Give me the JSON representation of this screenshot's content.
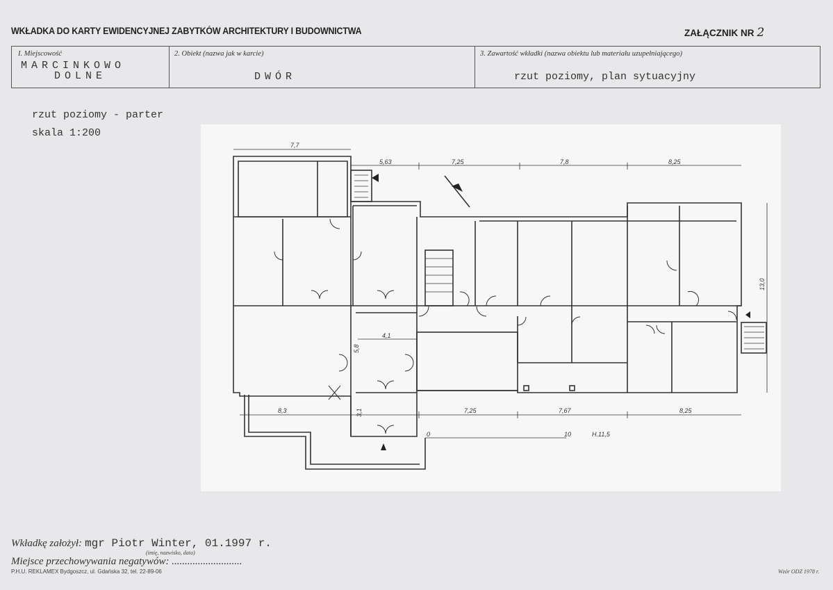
{
  "header": {
    "title": "WKŁADKA DO KARTY EWIDENCYJNEJ ZABYTKÓW ARCHITEKTURY I BUDOWNICTWA",
    "attachment_label": "ZAŁĄCZNIK NR",
    "attachment_number": "2"
  },
  "fields": {
    "locality_label": "I. Miejscowość",
    "locality_line1": "MARCINKOWO",
    "locality_line2": "DOLNE",
    "object_label": "2. Obiekt (nazwa jak w karcie)",
    "object_value": "DWÓR",
    "contents_label": "3. Zawartość wkładki (nazwa obiektu lub materiału uzupełniającego)",
    "contents_value": "rzut poziomy, plan sytuacyjny"
  },
  "drawing": {
    "caption_line1": "rzut poziomy - parter",
    "caption_line2": "skala 1:200",
    "dimensions": {
      "top_left": "7,7",
      "top_1": "5,63",
      "top_2": "7,25",
      "top_3": "7,8",
      "top_4": "8,25",
      "inner": "4,1",
      "inner_vertical": "5,8",
      "right_vertical": "13,0",
      "bottom_1": "8,3",
      "bottom_2": "3,1",
      "bottom_3": "7,25",
      "bottom_4": "7,67",
      "bottom_5": "8,25",
      "scale_start": "0",
      "scale_mid": "10",
      "scale_note": "H.11,5"
    }
  },
  "footer": {
    "founder_label": "Wkładkę założył:",
    "founder_value": "mgr Piotr Winter, 01.1997 r.",
    "founder_hint": "(imię, nazwisko, data)",
    "negatives_label": "Miejsce przechowywania negatywów:",
    "negatives_dots": "...........................",
    "publisher": "P.H.U. REKLAMEX Bydgoszcz, ul. Gdańska 32, tel. 22-89-06",
    "form_ref": "Wzór ODZ 1978 r."
  }
}
